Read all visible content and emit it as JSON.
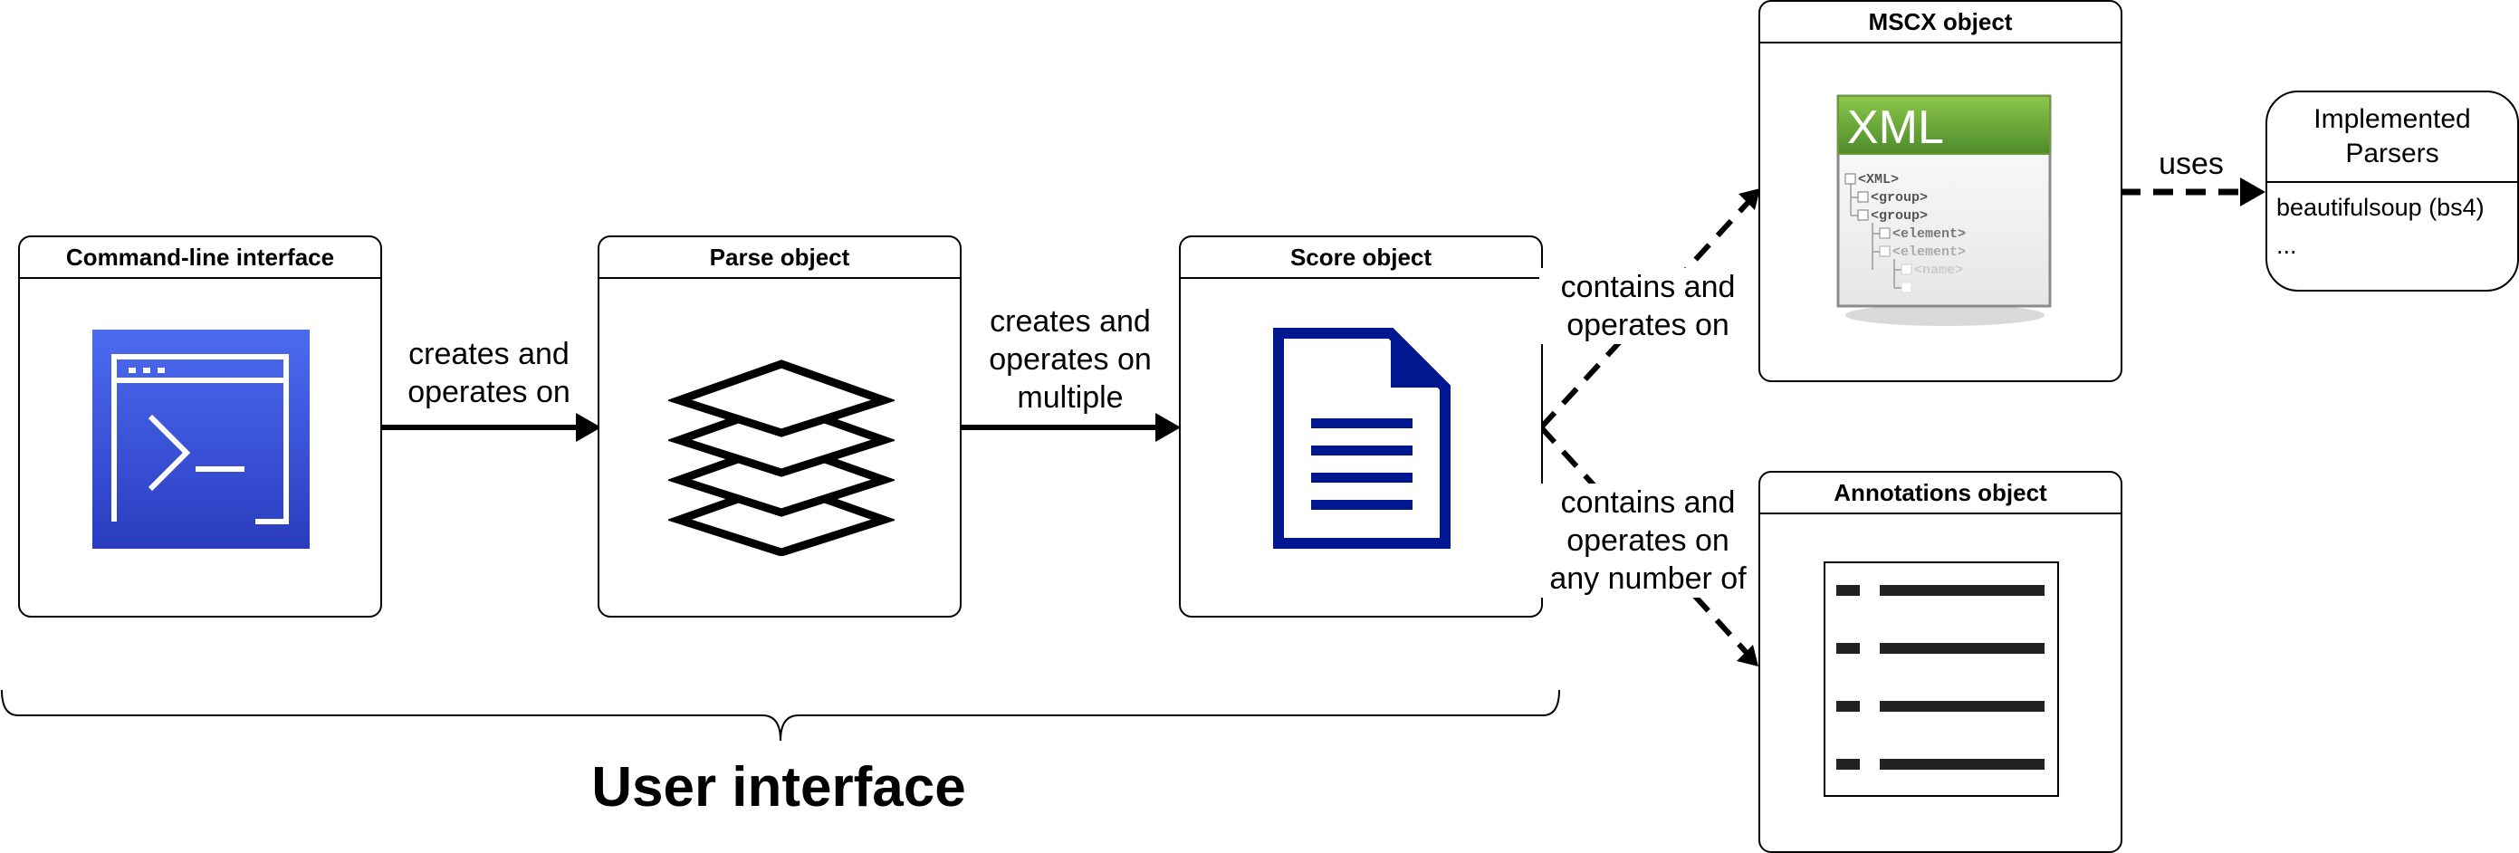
{
  "nodes": {
    "cli": {
      "title": "Command-line interface",
      "icon": "terminal-icon"
    },
    "parse": {
      "title": "Parse object",
      "icon": "layers-icon"
    },
    "score": {
      "title": "Score object",
      "icon": "document-icon"
    },
    "mscx": {
      "title": "MSCX object",
      "icon": "xml-file-icon",
      "xml_badge": "XML",
      "xml_tree": [
        "<XML>",
        "<group>",
        "<group>",
        "<element>",
        "<element>",
        "<name>"
      ]
    },
    "annotations": {
      "title": "Annotations object",
      "icon": "list-icon"
    },
    "parsers": {
      "title_line1": "Implemented",
      "title_line2": "Parsers",
      "items": [
        "beautifulsoup (bs4)",
        "..."
      ]
    }
  },
  "edges": {
    "cli_parse": {
      "line1": "creates and",
      "line2": "operates on"
    },
    "parse_score": {
      "line1": "creates and",
      "line2": "operates on",
      "line3": "multiple"
    },
    "score_mscx": {
      "line1": "contains and",
      "line2": "operates on"
    },
    "score_annotations": {
      "line1": "contains and",
      "line2": "operates on",
      "line3": "any number of"
    },
    "mscx_parsers": {
      "line1": "uses"
    }
  },
  "group_label": "User interface",
  "colors": {
    "terminal_bg_top": "#4d6bf0",
    "terminal_bg_bottom": "#2a3cc0",
    "document_blue": "#00188f",
    "xml_green": "#5a9e3a"
  }
}
